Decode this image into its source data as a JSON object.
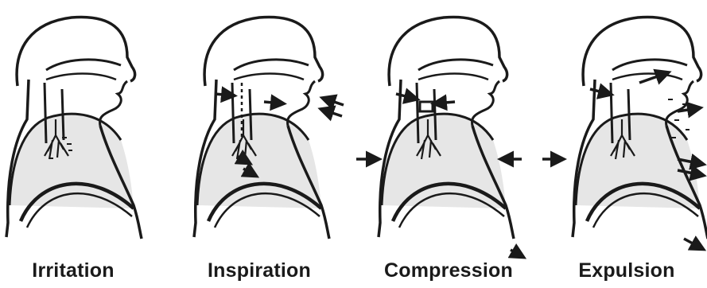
{
  "stages": [
    {
      "label": "Irritation"
    },
    {
      "label": "Inspiration"
    },
    {
      "label": "Compression"
    },
    {
      "label": "Expulsion"
    }
  ],
  "colors": {
    "line": "#1a1a1a",
    "lung_fill": "#e6e6e6",
    "background": "#ffffff"
  }
}
